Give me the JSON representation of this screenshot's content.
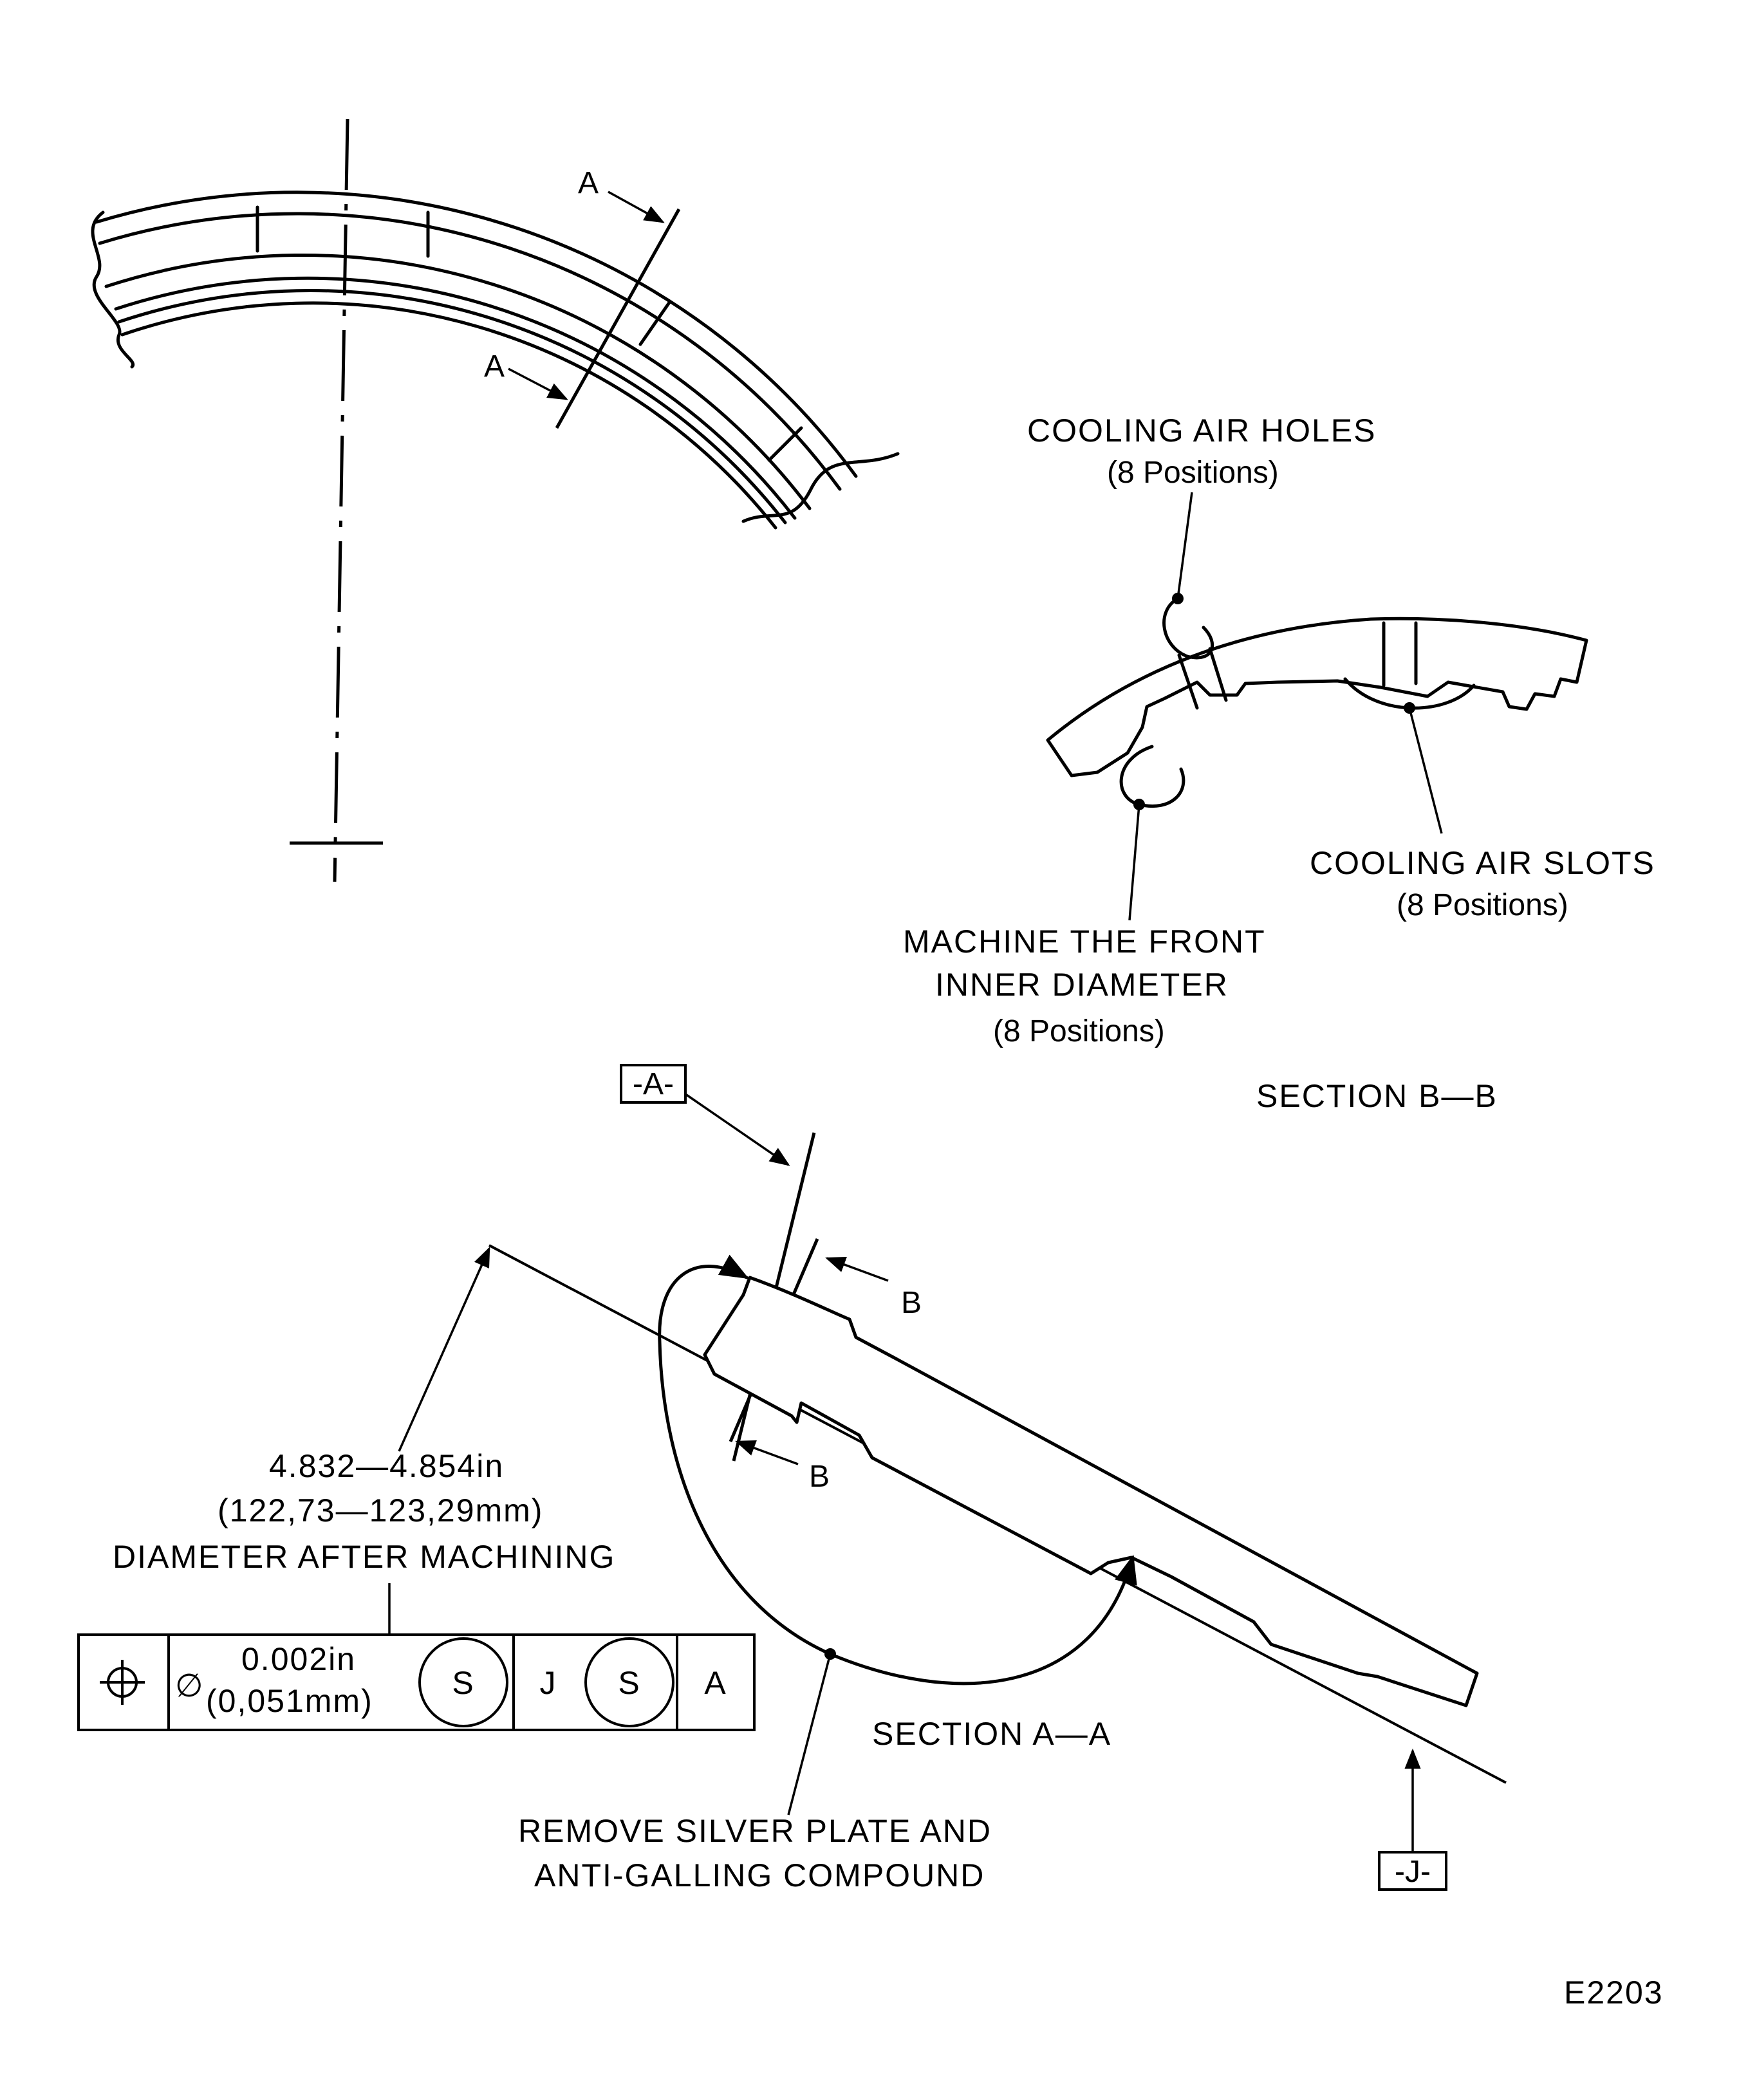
{
  "labels": {
    "cooling_air_holes": "COOLING AIR HOLES",
    "cooling_air_holes_qty": "(8 Positions)",
    "cooling_air_slots": "COOLING AIR SLOTS",
    "cooling_air_slots_qty": "(8 Positions)",
    "machine_front_line1": "MACHINE THE FRONT",
    "machine_front_line2": "INNER DIAMETER",
    "machine_front_qty": "(8 Positions)",
    "section_bb": "SECTION B—B",
    "section_aa": "SECTION A—A",
    "dim_in": "4.832—4.854in",
    "dim_mm": "(122,73—123,29mm)",
    "dim_note": "DIAMETER AFTER MACHINING",
    "remove_line1": "REMOVE SILVER PLATE AND",
    "remove_line2": "ANTI-GALLING COMPOUND",
    "figure_id": "E2203"
  },
  "cut_markers": {
    "a_upper": "A",
    "a_lower": "A",
    "b_upper": "B",
    "b_lower": "B"
  },
  "datums": {
    "a": "-A-",
    "j": "-J-"
  },
  "tolerance_frame": {
    "symbol_icon": "position-icon",
    "diameter_symbol": "∅",
    "value_in": "0.002in",
    "value_mm": "(0,051mm)",
    "modifier_1": "S",
    "datum_1": "J",
    "modifier_2": "S",
    "datum_2": "A"
  }
}
